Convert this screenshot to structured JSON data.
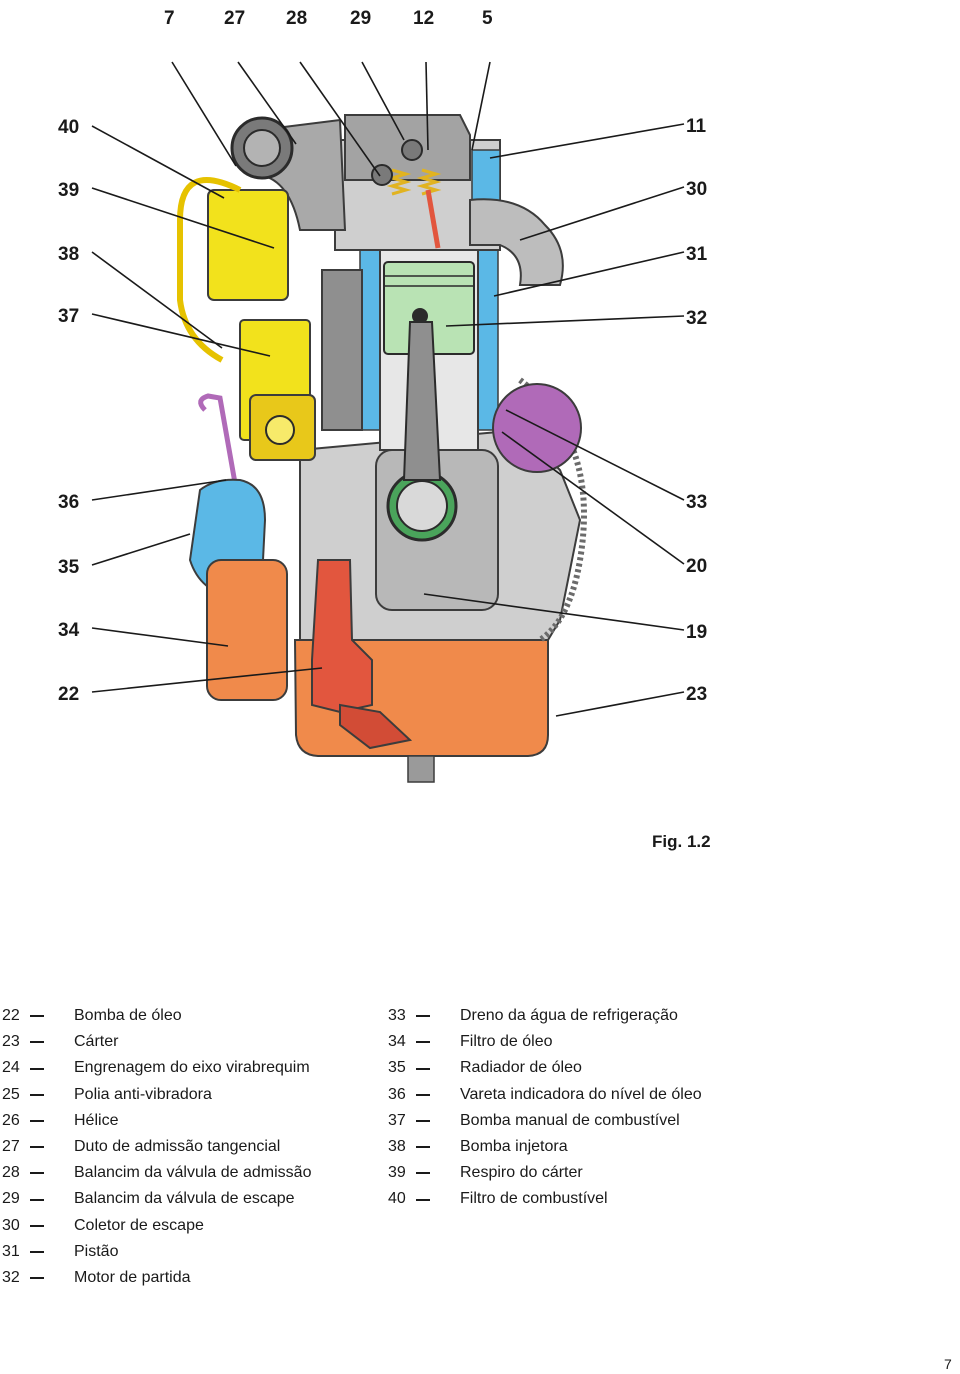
{
  "diagram": {
    "callouts_top": [
      "7",
      "27",
      "28",
      "29",
      "12",
      "5"
    ],
    "callouts_left": [
      "40",
      "39",
      "38",
      "37",
      "36",
      "35",
      "34",
      "22"
    ],
    "callouts_right": [
      "11",
      "30",
      "31",
      "32",
      "33",
      "20",
      "19",
      "23"
    ],
    "colors": {
      "fuel_yellow": "#f2e21c",
      "coolant_blue": "#5bb8e6",
      "oil_orange": "#f08a4b",
      "oil_red": "#e2563e",
      "piston_green": "#b9e3b4",
      "starter_purple": "#b06ab8",
      "metal_grey": "#9a9a9a",
      "metal_light": "#cfcfcf",
      "metal_dark": "#3c3c3c"
    }
  },
  "figure": {
    "caption": "Fig. 1.2"
  },
  "legend": {
    "left": [
      {
        "num": "22",
        "label": "Bomba de óleo"
      },
      {
        "num": "23",
        "label": "Cárter"
      },
      {
        "num": "24",
        "label": "Engrenagem do eixo virabrequim"
      },
      {
        "num": "25",
        "label": "Polia anti-vibradora"
      },
      {
        "num": "26",
        "label": "Hélice"
      },
      {
        "num": "27",
        "label": "Duto de admissão tangencial"
      },
      {
        "num": "28",
        "label": "Balancim da válvula de admissão"
      },
      {
        "num": "29",
        "label": "Balancim da válvula de escape"
      },
      {
        "num": "30",
        "label": "Coletor de escape"
      },
      {
        "num": "31",
        "label": "Pistão"
      },
      {
        "num": "32",
        "label": "Motor de partida"
      }
    ],
    "right": [
      {
        "num": "33",
        "label": "Dreno da água de refrigeração"
      },
      {
        "num": "34",
        "label": "Filtro de óleo"
      },
      {
        "num": "35",
        "label": "Radiador de óleo"
      },
      {
        "num": "36",
        "label": "Vareta indicadora do nível de óleo"
      },
      {
        "num": "37",
        "label": "Bomba manual de combustível"
      },
      {
        "num": "38",
        "label": "Bomba injetora"
      },
      {
        "num": "39",
        "label": "Respiro do cárter"
      },
      {
        "num": "40",
        "label": "Filtro de combustível"
      }
    ]
  },
  "page": {
    "number": "7"
  }
}
